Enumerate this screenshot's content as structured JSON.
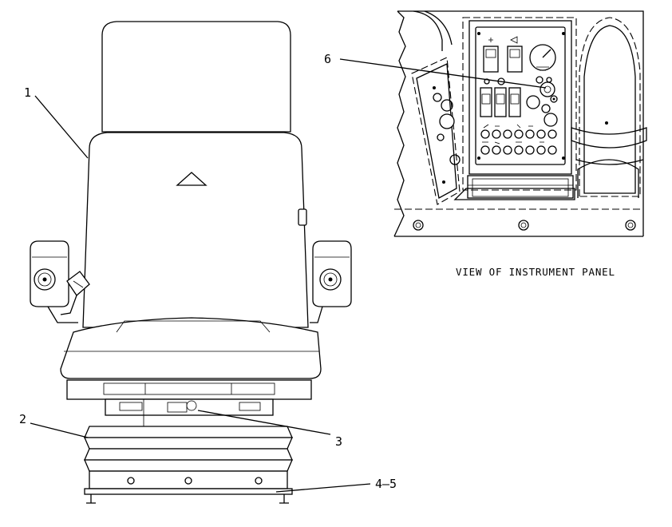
{
  "callouts": {
    "c1": "1",
    "c2": "2",
    "c3": "3",
    "c45": "4—5",
    "c6": "6"
  },
  "view_caption": "VIEW OF INSTRUMENT PANEL",
  "icons": [
    "seat-assembly",
    "instrument-panel",
    "switch",
    "gauge",
    "indicator-light"
  ]
}
